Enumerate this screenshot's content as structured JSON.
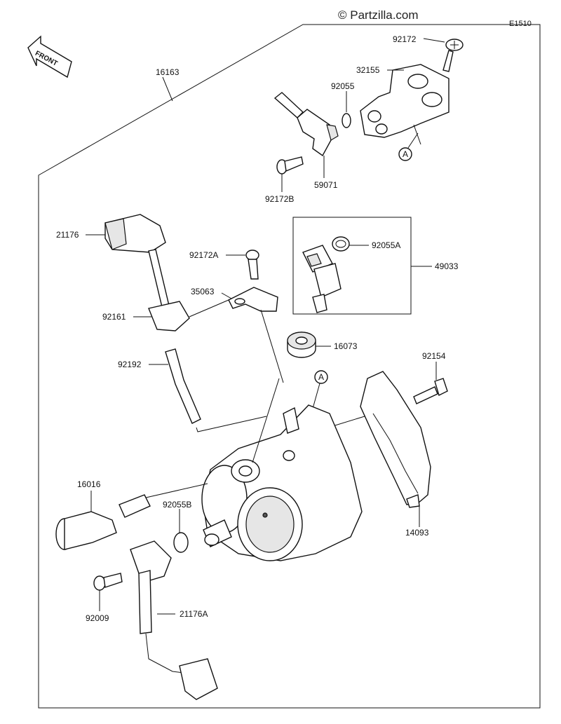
{
  "watermark": "© Partzilla.com",
  "diagram_code": "E1510",
  "front_label": "FRONT",
  "circle_marker": "A",
  "labels": {
    "p16163": "16163",
    "p92172": "92172",
    "p32155": "32155",
    "p92055": "92055",
    "p59071": "59071",
    "p92172B": "92172B",
    "p21176": "21176",
    "p92172A": "92172A",
    "p92055A": "92055A",
    "p49033": "49033",
    "p35063": "35063",
    "p92161": "92161",
    "p16073": "16073",
    "p92192": "92192",
    "p92154": "92154",
    "p16016": "16016",
    "p92055B": "92055B",
    "p14093": "14093",
    "p92009": "92009",
    "p21176A": "21176A"
  }
}
